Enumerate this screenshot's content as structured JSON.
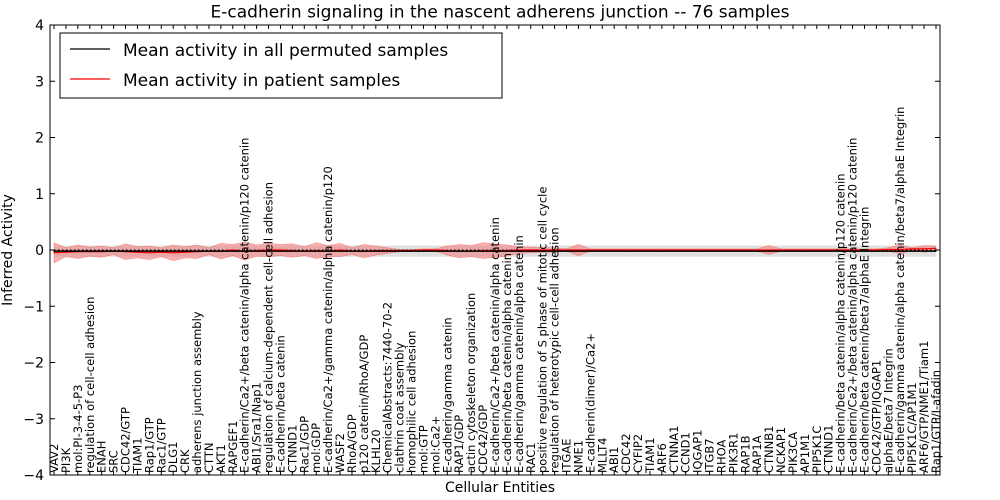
{
  "chart_data": {
    "type": "line",
    "title": "E-cadherin signaling in the nascent adherens junction -- 76 samples",
    "xlabel": "Cellular Entities",
    "ylabel": "Inferred Activity",
    "ylim": [
      -4,
      4
    ],
    "yticks": [
      -4,
      -3,
      -2,
      -1,
      0,
      1,
      2,
      3,
      4
    ],
    "grid": false,
    "legend_position": "top-left",
    "categories": [
      "VAV2",
      "PI3K",
      "mol:PI-3-4-5-P3",
      "regulation of cell-cell adhesion",
      "ENAH",
      "SRC",
      "CDC42/GTP",
      "TIAM1",
      "Rap1/GTP",
      "Rac1/GTP",
      "DLG1",
      "CRK",
      "adherens junction assembly",
      "CTTN",
      "AKT1",
      "RAPGEF1",
      "E-cadherin/Ca2+/beta catenin/alpha catenin/p120 catenin",
      "ABI1/Sra1/Nap1",
      "regulation of calcium-dependent cell-cell adhesion",
      "E-cadherin/beta catenin",
      "CTNND1",
      "Rac1/GDP",
      "mol:GDP",
      "E-cadherin/Ca2+/gamma catenin/alpha catenin/p120",
      "WASF2",
      "RhoA/GDP",
      "p120 catenin/RhoA/GDP",
      "KLHL20",
      "ChemicalAbstracts:7440-70-2",
      "clathrin coat assembly",
      "homophilic cell adhesion",
      "mol:GTP",
      "mol:Ca2+",
      "E-cadherin/gamma catenin",
      "RAP1/GDP",
      "actin cytoskeleton organization",
      "CDC42/GDP",
      "E-cadherin/Ca2+/beta catenin/alpha catenin",
      "E-cadherin/beta catenin/alpha catenin",
      "E-cadherin/gamma catenin/alpha catenin",
      "RAC1",
      "positive regulation of S phase of mitotic cell cycle",
      "regulation of heterotypic cell-cell adhesion",
      "ITGAE",
      "NME1",
      "E-cadherin(dimer)/Ca2+",
      "MLLT4",
      "ABI1",
      "CDC42",
      "CYFIP2",
      "TIAM1",
      "ARF6",
      "CTNNA1",
      "CCND1",
      "IQGAP1",
      "ITGB7",
      "RHOA",
      "PIK3R1",
      "RAP1B",
      "RAP1A",
      "CTNNB1",
      "NCKAP1",
      "PIK3CA",
      "AP1M1",
      "PIP5K1C",
      "CTNND1",
      "E-cadherin/beta catenin/alpha catenin/p120 catenin",
      "E-cadherin/Ca2+/beta catenin/alpha catenin/p120 catenin",
      "E-cadherin/beta catenin/beta7/alphaE Integrin",
      "CDC42/GTP/IQGAP1",
      "alphaE/beta7 Integrin",
      "E-cadherin/gamma catenin/alpha catenin/beta7/alphaE Integrin",
      "PIP5K1C/AP1M1",
      "ARF6/GTP/NME1/Tiam1",
      "Rap1/GTP/I-afadin"
    ],
    "series": [
      {
        "name": "Mean activity in all permuted samples",
        "color": "#000000",
        "values": [
          -0.02,
          -0.02,
          -0.02,
          -0.02,
          -0.02,
          -0.02,
          -0.02,
          -0.02,
          -0.02,
          -0.02,
          -0.02,
          -0.02,
          -0.02,
          -0.02,
          -0.02,
          -0.02,
          -0.02,
          -0.02,
          -0.02,
          -0.02,
          -0.02,
          -0.02,
          -0.02,
          -0.02,
          -0.02,
          -0.02,
          -0.02,
          -0.02,
          -0.02,
          -0.02,
          -0.02,
          -0.02,
          -0.02,
          -0.02,
          -0.02,
          -0.02,
          -0.02,
          -0.02,
          -0.02,
          -0.02,
          -0.02,
          -0.02,
          -0.02,
          -0.02,
          -0.02,
          -0.02,
          -0.02,
          -0.02,
          -0.02,
          -0.02,
          -0.02,
          -0.02,
          -0.02,
          -0.02,
          -0.02,
          -0.02,
          -0.02,
          -0.02,
          -0.02,
          -0.02,
          -0.02,
          -0.02,
          -0.02,
          -0.02,
          -0.02,
          -0.02,
          -0.02,
          -0.02,
          -0.02,
          -0.02,
          -0.02,
          -0.02,
          -0.02,
          -0.02,
          -0.02
        ],
        "spread": [
          0.1,
          0.1,
          0.1,
          0.1,
          0.1,
          0.1,
          0.1,
          0.1,
          0.1,
          0.1,
          0.1,
          0.1,
          0.1,
          0.1,
          0.1,
          0.1,
          0.1,
          0.1,
          0.1,
          0.1,
          0.1,
          0.1,
          0.1,
          0.1,
          0.1,
          0.1,
          0.1,
          0.1,
          0.1,
          0.1,
          0.1,
          0.1,
          0.1,
          0.1,
          0.1,
          0.1,
          0.1,
          0.1,
          0.1,
          0.1,
          0.1,
          0.1,
          0.1,
          0.1,
          0.1,
          0.1,
          0.1,
          0.1,
          0.1,
          0.1,
          0.1,
          0.1,
          0.1,
          0.1,
          0.1,
          0.1,
          0.1,
          0.1,
          0.1,
          0.1,
          0.1,
          0.1,
          0.1,
          0.1,
          0.1,
          0.1,
          0.1,
          0.1,
          0.1,
          0.1,
          0.1,
          0.1,
          0.1,
          0.1,
          0.1
        ]
      },
      {
        "name": "Mean activity in patient samples",
        "color": "#ff0000",
        "fill_color": "#f08080",
        "values": [
          -0.05,
          -0.04,
          -0.03,
          -0.03,
          -0.03,
          -0.02,
          -0.03,
          -0.04,
          -0.05,
          -0.04,
          -0.05,
          -0.04,
          -0.03,
          -0.02,
          -0.02,
          0.0,
          -0.02,
          -0.01,
          0.0,
          0.0,
          -0.01,
          -0.02,
          -0.01,
          -0.02,
          0.0,
          -0.02,
          -0.02,
          -0.01,
          -0.01,
          -0.01,
          -0.01,
          0.0,
          0.0,
          -0.01,
          -0.02,
          -0.02,
          -0.01,
          -0.01,
          -0.01,
          0.0,
          0.0,
          0.0,
          0.0,
          0.0,
          0.0,
          0.0,
          0.0,
          0.0,
          0.0,
          0.0,
          0.0,
          0.0,
          0.0,
          0.0,
          0.0,
          0.0,
          0.0,
          0.0,
          0.0,
          0.0,
          0.0,
          0.0,
          0.0,
          0.0,
          0.0,
          0.0,
          0.0,
          0.0,
          0.0,
          0.0,
          0.01,
          0.01,
          0.02,
          0.02,
          0.03
        ],
        "spread": [
          0.18,
          0.08,
          0.12,
          0.08,
          0.1,
          0.06,
          0.14,
          0.1,
          0.12,
          0.08,
          0.14,
          0.1,
          0.12,
          0.06,
          0.14,
          0.1,
          0.16,
          0.1,
          0.12,
          0.1,
          0.12,
          0.08,
          0.14,
          0.1,
          0.12,
          0.06,
          0.12,
          0.08,
          0.05,
          0.02,
          0.02,
          0.02,
          0.02,
          0.08,
          0.12,
          0.1,
          0.14,
          0.12,
          0.1,
          0.06,
          0.05,
          0.04,
          0.04,
          0.02,
          0.1,
          0.02,
          0.02,
          0.02,
          0.02,
          0.02,
          0.02,
          0.02,
          0.02,
          0.02,
          0.02,
          0.02,
          0.02,
          0.02,
          0.02,
          0.02,
          0.08,
          0.02,
          0.02,
          0.02,
          0.02,
          0.02,
          0.02,
          0.02,
          0.02,
          0.02,
          0.03,
          0.08,
          0.02,
          0.06,
          0.04
        ]
      }
    ],
    "baseline": 0
  }
}
